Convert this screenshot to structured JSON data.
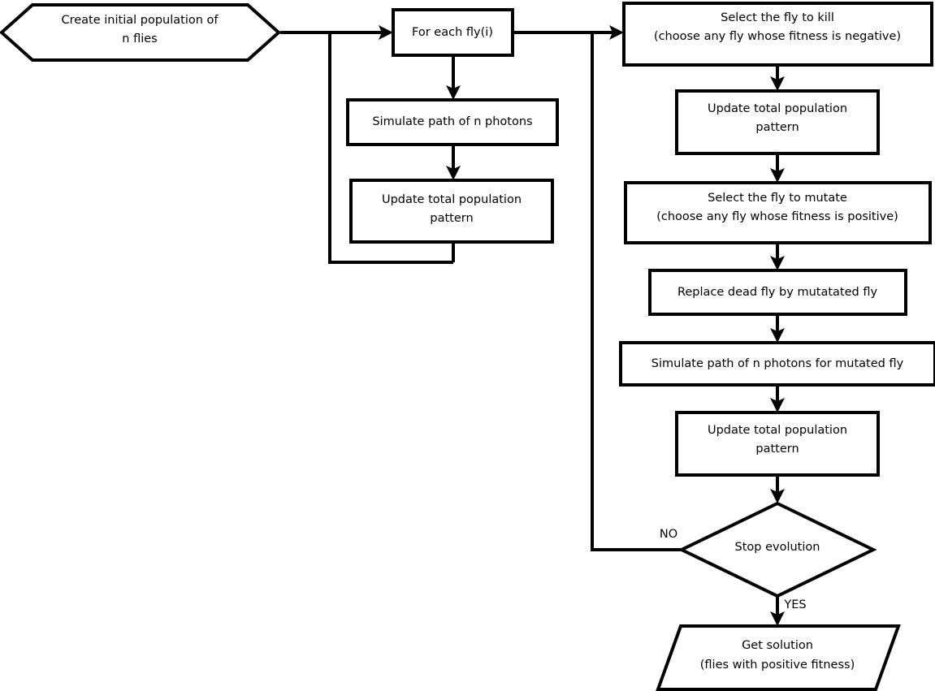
{
  "diagram": {
    "title": "Fly algorithm flowchart",
    "colors": {
      "stroke": "#000000",
      "fill": "#ffffff",
      "text": "#000000"
    },
    "nodes": {
      "create_population": {
        "shape": "hexagon",
        "line1": "Create initial population of",
        "line2": "n flies"
      },
      "for_each_fly": {
        "shape": "rectangle",
        "line1": "For each fly(i)"
      },
      "simulate_photons": {
        "shape": "rectangle",
        "line1": "Simulate path of n photons"
      },
      "update_pattern_loop": {
        "shape": "rectangle",
        "line1": "Update total population",
        "line2": "pattern"
      },
      "select_kill": {
        "shape": "rectangle",
        "line1": "Select the fly to kill",
        "line2": "(choose any fly whose fitness is negative)"
      },
      "update_pattern_kill": {
        "shape": "rectangle",
        "line1": "Update total population",
        "line2": "pattern"
      },
      "select_mutate": {
        "shape": "rectangle",
        "line1": "Select the fly to mutate",
        "line2": "(choose any fly whose fitness is positive)"
      },
      "replace_dead": {
        "shape": "rectangle",
        "line1": "Replace dead fly by mutatated fly"
      },
      "simulate_mutated": {
        "shape": "rectangle",
        "line1": "Simulate path of n photons for mutated fly"
      },
      "update_pattern_mutated": {
        "shape": "rectangle",
        "line1": "Update total population",
        "line2": "pattern"
      },
      "stop_evolution": {
        "shape": "diamond",
        "line1": "Stop evolution"
      },
      "get_solution": {
        "shape": "parallelogram",
        "line1": "Get solution",
        "line2": "(flies with positive fitness)"
      }
    },
    "edge_labels": {
      "no": "NO",
      "yes": "YES"
    }
  }
}
